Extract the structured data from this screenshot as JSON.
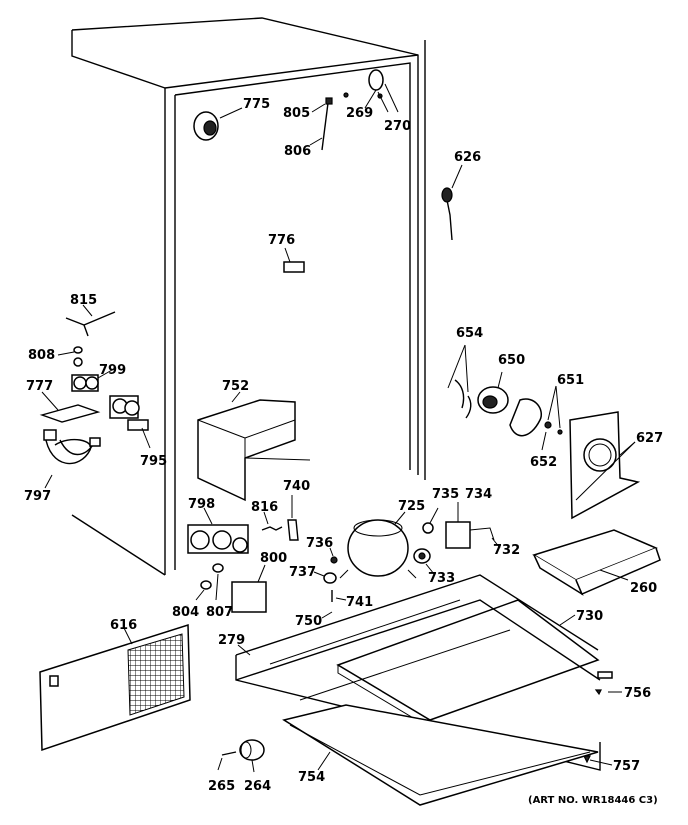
{
  "labels": {
    "p775": "775",
    "p805": "805",
    "p269": "269",
    "p270": "270",
    "p806": "806",
    "p626": "626",
    "p776": "776",
    "p815": "815",
    "p808": "808",
    "p799": "799",
    "p777": "777",
    "p795": "795",
    "p797": "797",
    "p752": "752",
    "p654": "654",
    "p650": "650",
    "p651": "651",
    "p652": "652",
    "p627": "627",
    "p740": "740",
    "p798": "798",
    "p816": "816",
    "p725": "725",
    "p735": "735",
    "p734": "734",
    "p732": "732",
    "p736": "736",
    "p800": "800",
    "p737": "737",
    "p733": "733",
    "p741": "741",
    "p260": "260",
    "p804": "804",
    "p807": "807",
    "p750": "750",
    "p730": "730",
    "p616": "616",
    "p279": "279",
    "p756": "756",
    "p754": "754",
    "p757": "757",
    "p265": "265",
    "p264": "264"
  },
  "art_number": "(ART NO. WR18446 C3)"
}
